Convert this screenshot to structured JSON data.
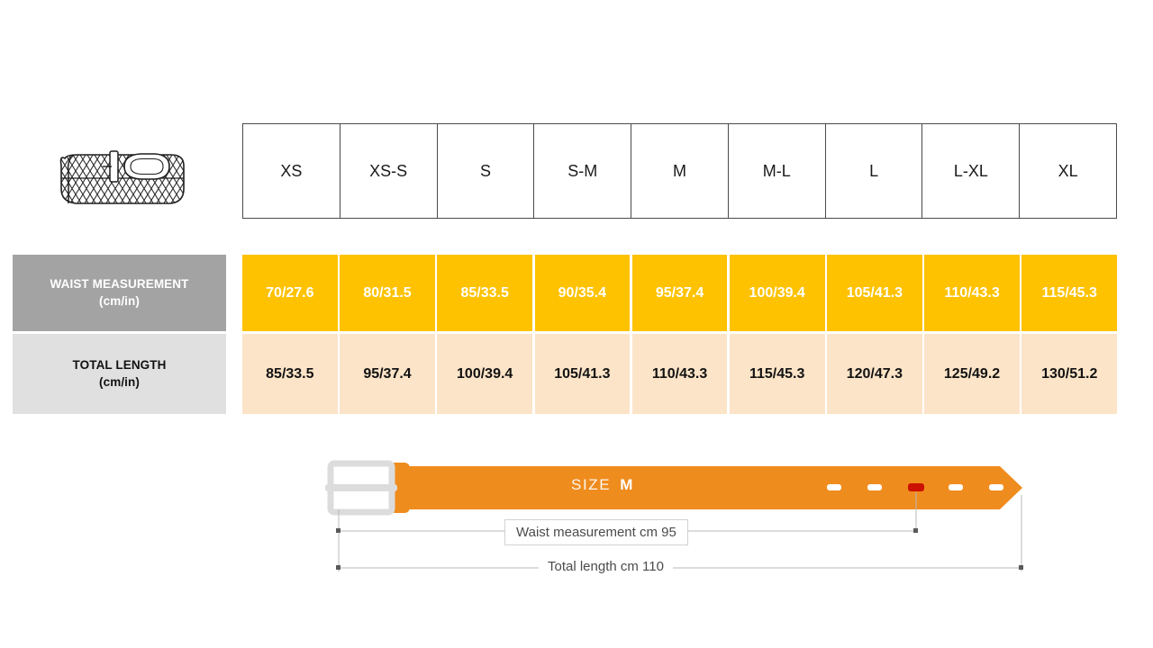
{
  "product": {
    "icon_name": "braided-belt-illustration"
  },
  "table": {
    "size_headers": [
      "XS",
      "XS-S",
      "S",
      "S-M",
      "M",
      "M-L",
      "L",
      "L-XL",
      "XL"
    ],
    "rows": [
      {
        "label": "WAIST MEASUREMENT",
        "unit": "(cm/in)",
        "values": [
          "70/27.6",
          "80/31.5",
          "85/33.5",
          "90/35.4",
          "95/37.4",
          "100/39.4",
          "105/41.3",
          "110/43.3",
          "115/45.3"
        ]
      },
      {
        "label": "TOTAL LENGTH",
        "unit": "(cm/in)",
        "values": [
          "85/33.5",
          "95/37.4",
          "100/39.4",
          "105/41.3",
          "110/43.3",
          "115/45.3",
          "120/47.3",
          "125/49.2",
          "130/51.2"
        ]
      }
    ]
  },
  "diagram": {
    "size_word": "SIZE",
    "size_value": "M",
    "waist_label": "Waist measurement cm 95",
    "total_label": "Total length cm 110",
    "holes_total": 5,
    "highlighted_hole_index": 2
  },
  "colors": {
    "amber": "#fec200",
    "peach": "#fce4c8",
    "belt_orange": "#ef8c1e",
    "label_gray": "#a3a3a3",
    "label_light_gray": "#e0e0e0",
    "hole_highlight": "#cc1100",
    "buckle_gray": "#dcdcdc"
  }
}
